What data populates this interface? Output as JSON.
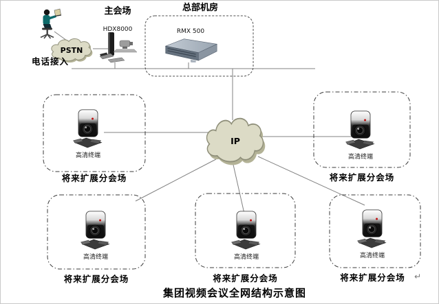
{
  "diagram": {
    "title": "集团视频会议全网结构示意图",
    "pstn": {
      "label": "PSTN",
      "caption": "电话接入"
    },
    "main_venue": {
      "label": "主会场",
      "device_model": "HDX8000"
    },
    "headquarters": {
      "label": "总部机房",
      "device_model": "RMX 500"
    },
    "network_cloud": {
      "label": "IP"
    },
    "sites": [
      {
        "position": "middle-left",
        "terminal_label": "高清终端",
        "caption": "将来扩展分会场"
      },
      {
        "position": "middle-right",
        "terminal_label": "高清终端",
        "caption": "将来扩展分会场"
      },
      {
        "position": "bottom-left",
        "terminal_label": "高清终端",
        "caption": "将来扩展分会场"
      },
      {
        "position": "bottom-middle",
        "terminal_label": "高清终端",
        "caption": "将来扩展分会场"
      },
      {
        "position": "bottom-right",
        "terminal_label": "高清终端",
        "caption": "将来扩展分会场"
      }
    ],
    "return_mark": "↵",
    "colors": {
      "cloud_fill": "#dcdbc6",
      "cloud_shadow": "#b3b296",
      "cloud_stroke": "#8f8f7a",
      "connection_line": "#808080",
      "site_box_border": "#3a3a3a",
      "hq_box_border": "#4d4d4d",
      "text": "#000000"
    },
    "icons": {
      "phone_user": "person-at-laptop-icon",
      "pstn": "cloud-icon",
      "ip": "cloud-icon",
      "main_venue_device": "video-codec-with-camera-icon",
      "headquarters_device": "rack-server-icon",
      "site_device": "hd-video-terminal-icon"
    }
  }
}
